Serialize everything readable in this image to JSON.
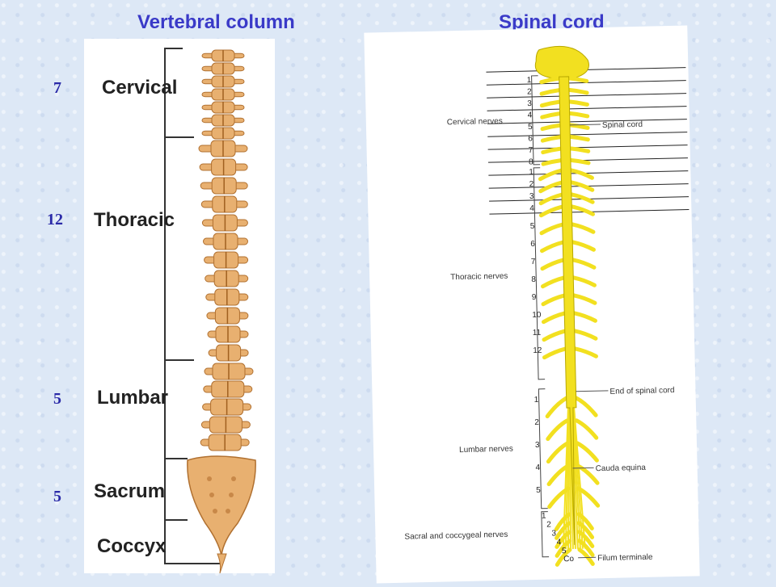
{
  "titles": {
    "left": "Vertebral column",
    "right": "Spinal cord"
  },
  "vertebral_column": {
    "regions": [
      {
        "label": "Cervical",
        "count": "7"
      },
      {
        "label": "Thoracic",
        "count": "12"
      },
      {
        "label": "Lumbar",
        "count": "5"
      },
      {
        "label": "Sacrum",
        "count": "5"
      },
      {
        "label": "Coccyx",
        "count": ""
      }
    ]
  },
  "spinal_cord": {
    "nerve_counts": [
      "8",
      "12",
      "5",
      "5",
      "1"
    ],
    "group_labels": {
      "cervical": "Cervical nerves",
      "thoracic": "Thoracic nerves",
      "lumbar": "Lumbar nerves",
      "sacral": "Sacral and coccygeal nerves"
    },
    "callouts": {
      "spinal_cord": "Spinal cord",
      "end": "End of spinal cord",
      "cauda": "Cauda equina",
      "filum": "Filum terminale"
    },
    "cervical_numbers": [
      "1",
      "2",
      "3",
      "4",
      "5",
      "6",
      "7",
      "8"
    ],
    "thoracic_numbers": [
      "1",
      "2",
      "3",
      "4",
      "5",
      "6",
      "7",
      "8",
      "9",
      "10",
      "11",
      "12"
    ],
    "lumbar_numbers": [
      "1",
      "2",
      "3",
      "4",
      "5"
    ],
    "sacral_numbers": [
      "1",
      "2",
      "3",
      "4",
      "5"
    ],
    "coccygeal_label": "Co"
  },
  "colors": {
    "bone": "#e8b070",
    "nerve": "#f2e020",
    "title": "#3a3ac8",
    "left_counts": "#2a2aa8",
    "right_counts": "#e0282c"
  }
}
